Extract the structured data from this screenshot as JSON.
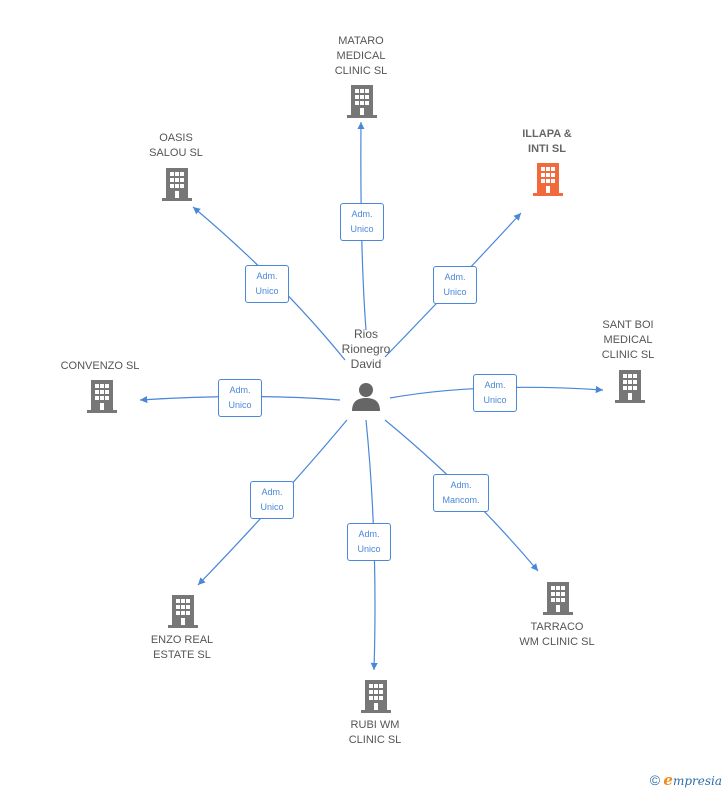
{
  "person": {
    "name": "Rios\nRionegro\nDavid",
    "icon": "person-icon",
    "color": "#666666"
  },
  "companies": [
    {
      "id": "mataro",
      "name": "MATARO\nMEDICAL\nCLINIC  SL",
      "role": "Adm.\nUnico",
      "highlight": false
    },
    {
      "id": "illapa",
      "name": "ILLAPA &\nINTI  SL",
      "role": "Adm.\nUnico",
      "highlight": true
    },
    {
      "id": "oasis",
      "name": "OASIS\nSALOU  SL",
      "role": "Adm.\nUnico",
      "highlight": false
    },
    {
      "id": "santboi",
      "name": "SANT BOI\nMEDICAL\nCLINIC  SL",
      "role": "Adm.\nUnico",
      "highlight": false
    },
    {
      "id": "convenzo",
      "name": "CONVENZO  SL",
      "role": "Adm.\nUnico",
      "highlight": false
    },
    {
      "id": "tarraco",
      "name": "TARRACO\nWM CLINIC  SL",
      "role": "Adm.\nMancom.",
      "highlight": false
    },
    {
      "id": "enzo",
      "name": "ENZO REAL\nESTATE  SL",
      "role": "Adm.\nUnico",
      "highlight": false
    },
    {
      "id": "rubi",
      "name": "RUBI WM\nCLINIC  SL",
      "role": "Adm.\nUnico",
      "highlight": false
    }
  ],
  "colors": {
    "edge": "#4a87d9",
    "building": "#777777",
    "building_highlight": "#f26a3c"
  },
  "footer": {
    "copyright": "©",
    "brand_first": "e",
    "brand_rest": "mpresia"
  }
}
